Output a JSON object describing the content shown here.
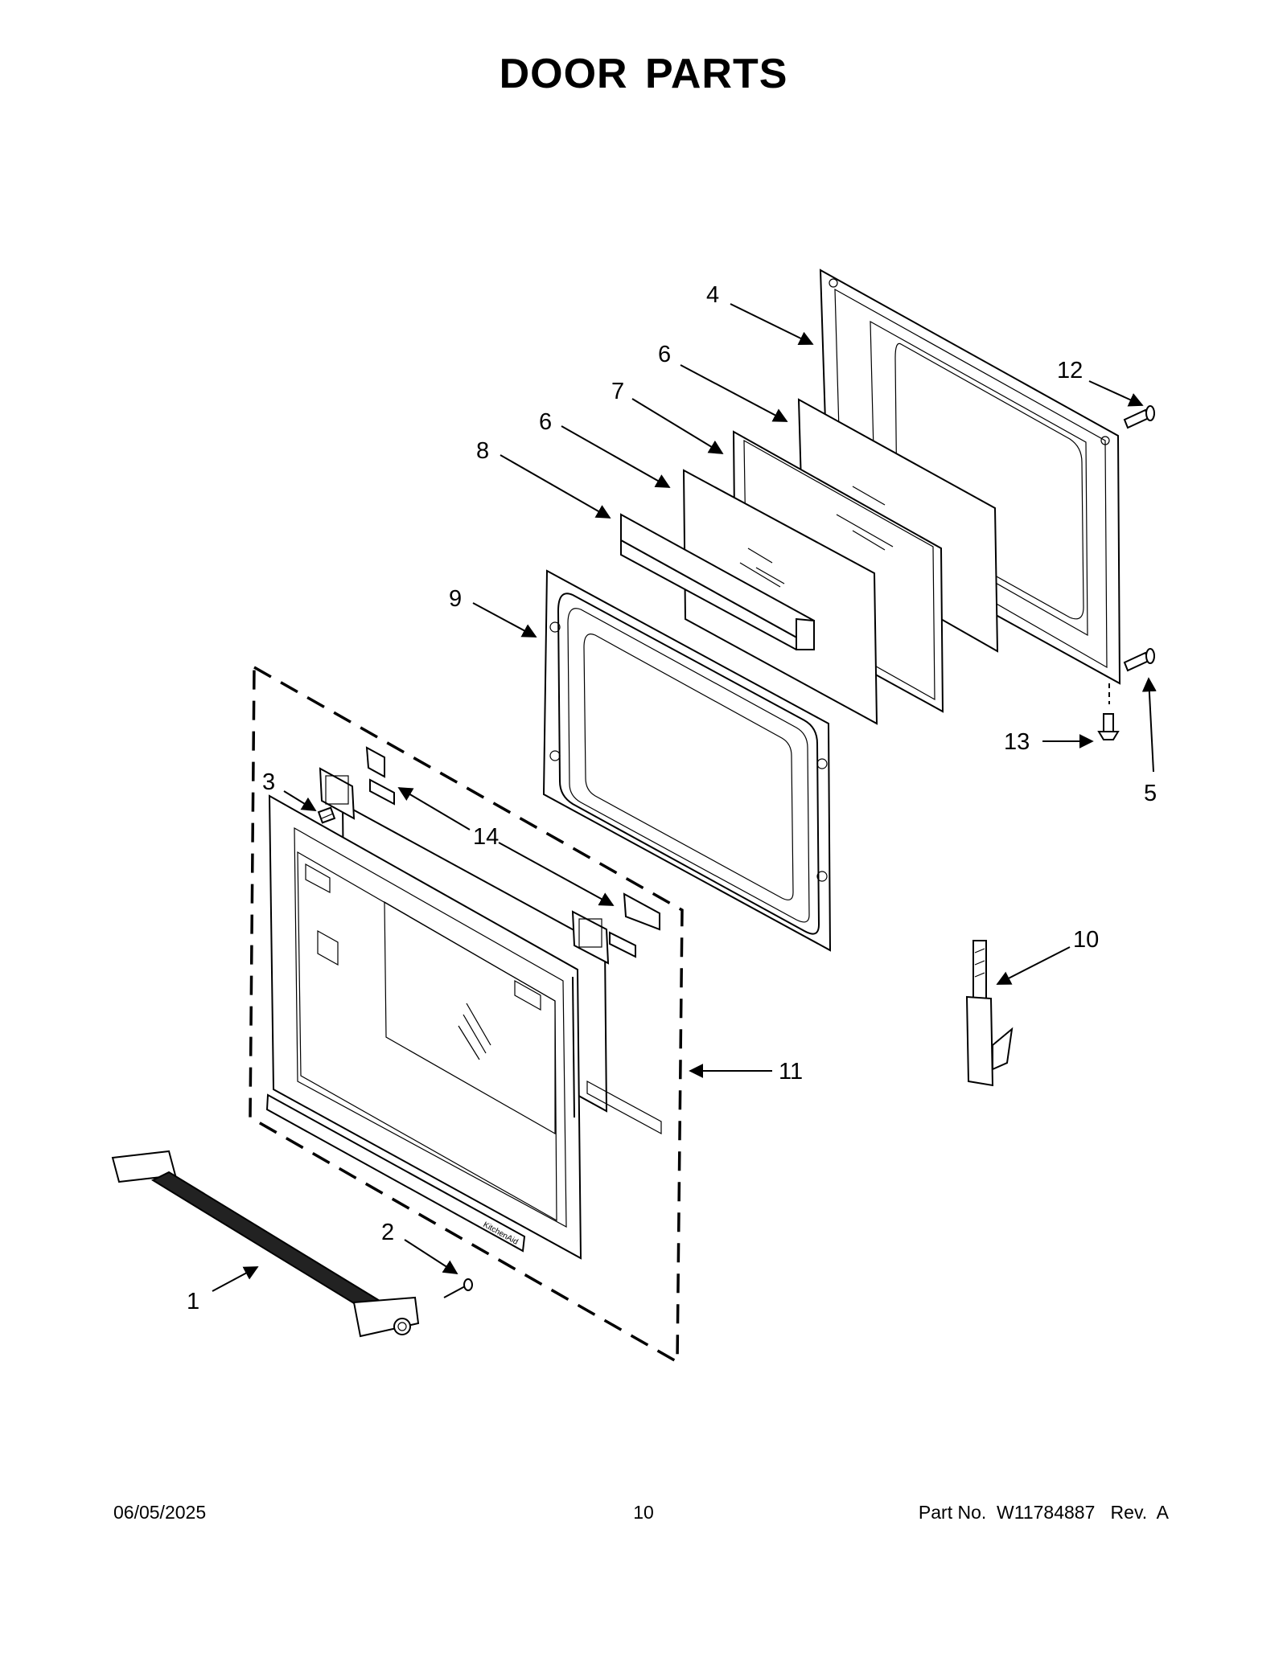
{
  "title": "DOOR PARTS",
  "callouts": [
    {
      "id": "c1",
      "label": "1"
    },
    {
      "id": "c2",
      "label": "2"
    },
    {
      "id": "c3",
      "label": "3"
    },
    {
      "id": "c4",
      "label": "4"
    },
    {
      "id": "c5",
      "label": "5"
    },
    {
      "id": "c6a",
      "label": "6"
    },
    {
      "id": "c6b",
      "label": "6"
    },
    {
      "id": "c7",
      "label": "7"
    },
    {
      "id": "c8",
      "label": "8"
    },
    {
      "id": "c9",
      "label": "9"
    },
    {
      "id": "c10",
      "label": "10"
    },
    {
      "id": "c11",
      "label": "11"
    },
    {
      "id": "c12",
      "label": "12"
    },
    {
      "id": "c13",
      "label": "13"
    },
    {
      "id": "c14",
      "label": "14"
    }
  ],
  "footer": {
    "date": "06/05/2025",
    "page_number": "10",
    "part_number": "Part No.  W11784887   Rev.  A"
  },
  "logo_text": "KitchenAid"
}
